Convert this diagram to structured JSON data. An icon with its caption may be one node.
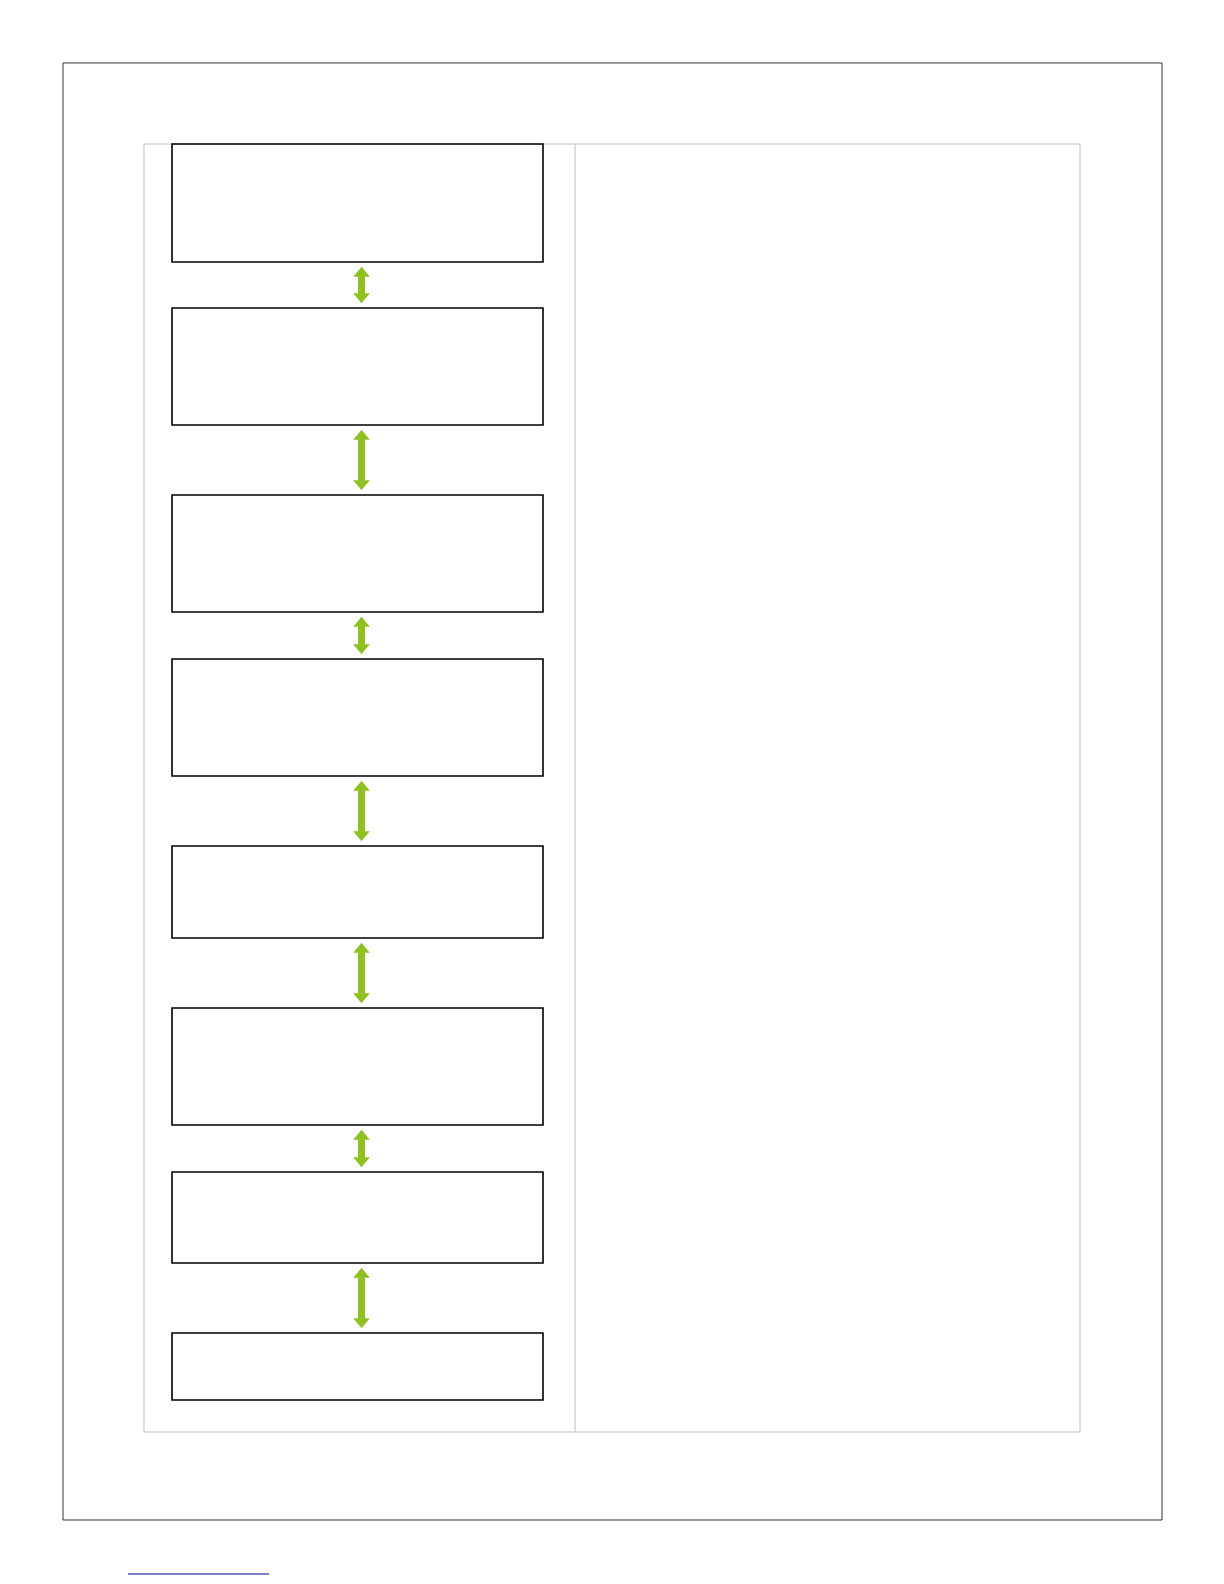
{
  "diagram": {
    "nodes": [
      {
        "text": [],
        "shape": "box"
      },
      {
        "text": [],
        "shape": "box"
      },
      {
        "text": [],
        "shape": "box"
      },
      {
        "text": [],
        "shape": "box"
      },
      {
        "text": [],
        "shape": "box"
      },
      {
        "text": [],
        "shape": "box"
      },
      {
        "text": [],
        "shape": "box"
      },
      {
        "text": [],
        "shape": "box"
      }
    ],
    "edges": [
      {
        "from": 0,
        "to": 1,
        "arrow": "both"
      },
      {
        "from": 1,
        "to": 2,
        "arrow": "both"
      },
      {
        "from": 2,
        "to": 3,
        "arrow": "both"
      },
      {
        "from": 3,
        "to": 4,
        "arrow": "both"
      },
      {
        "from": 4,
        "to": 5,
        "arrow": "both"
      },
      {
        "from": 5,
        "to": 6,
        "arrow": "both"
      },
      {
        "from": 6,
        "to": 7,
        "arrow": "both"
      }
    ]
  }
}
